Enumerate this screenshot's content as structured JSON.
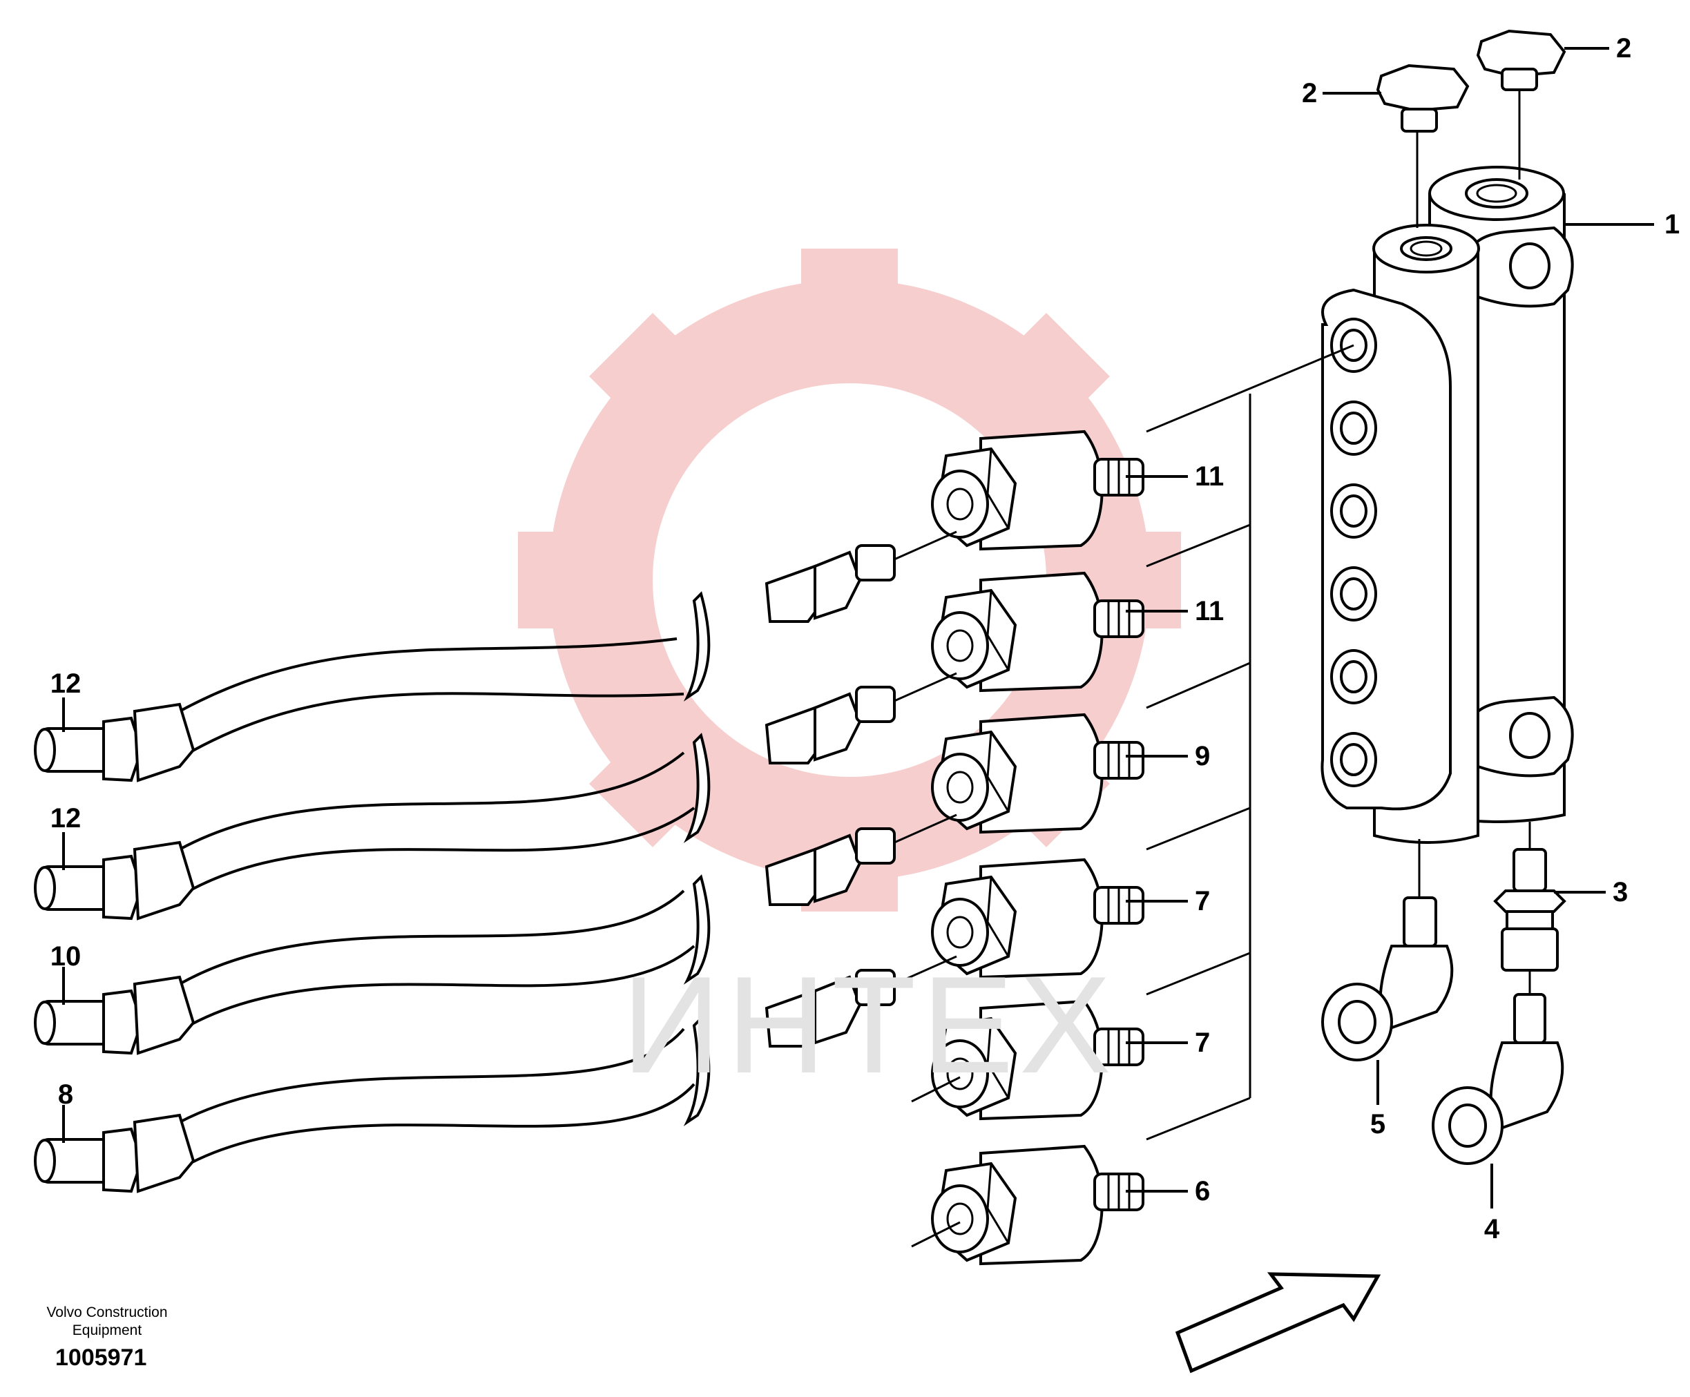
{
  "callouts": [
    {
      "id": "c1",
      "text": "1"
    },
    {
      "id": "c2a",
      "text": "2"
    },
    {
      "id": "c2b",
      "text": "2"
    },
    {
      "id": "c3",
      "text": "3"
    },
    {
      "id": "c4",
      "text": "4"
    },
    {
      "id": "c5",
      "text": "5"
    },
    {
      "id": "c6",
      "text": "6"
    },
    {
      "id": "c7a",
      "text": "7"
    },
    {
      "id": "c7b",
      "text": "7"
    },
    {
      "id": "c8",
      "text": "8"
    },
    {
      "id": "c9",
      "text": "9"
    },
    {
      "id": "c10",
      "text": "10"
    },
    {
      "id": "c11a",
      "text": "11"
    },
    {
      "id": "c11b",
      "text": "11"
    },
    {
      "id": "c12a",
      "text": "12"
    },
    {
      "id": "c12b",
      "text": "12"
    }
  ],
  "footer": {
    "company_line1": "Volvo Construction",
    "company_line2": "Equipment",
    "drawing_number": "1005971"
  },
  "watermark": {
    "text": "ИНТЕХ",
    "gear_color": "#f6c9c9",
    "text_color": "#e3e3e3"
  },
  "colors": {
    "line": "#000000",
    "background": "#ffffff"
  }
}
